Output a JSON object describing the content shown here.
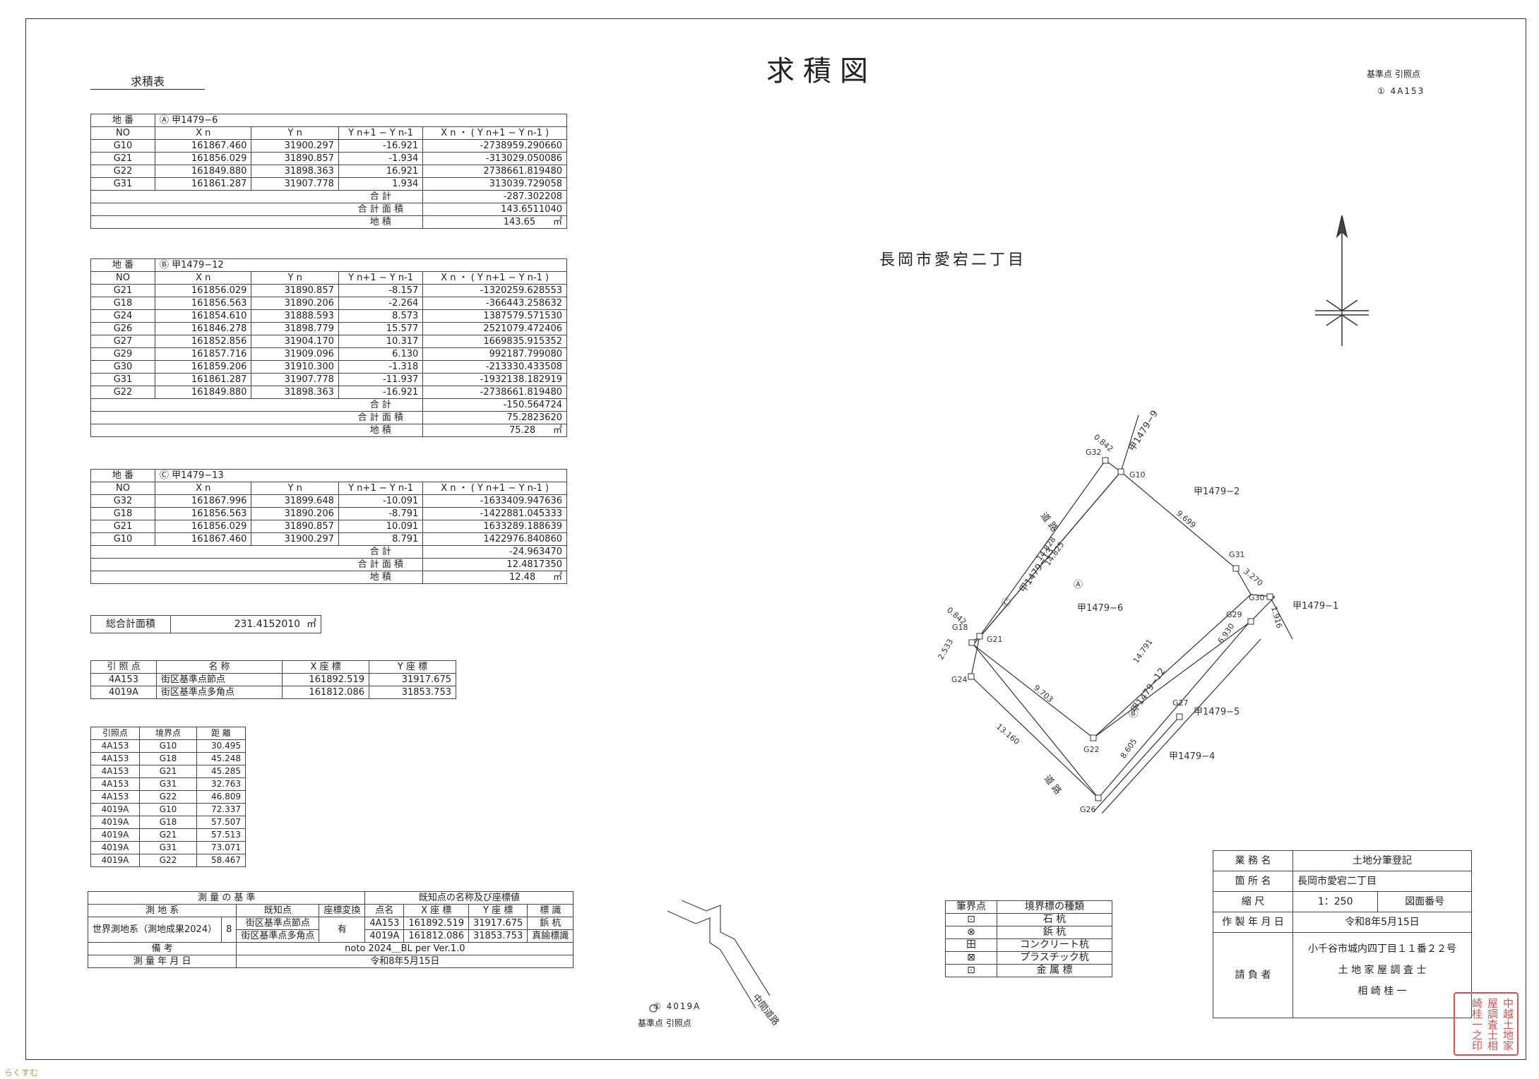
{
  "title": "求積図",
  "kyusekihyo_label": "求積表",
  "ref_header_top": {
    "label": "基準点 引照点",
    "point": "① 4A153"
  },
  "ref_bottom": {
    "point": "① 4019A",
    "label": "基準点 引照点"
  },
  "location_title": "長岡市愛宕二丁目",
  "col_headers": {
    "no": "NO",
    "xn": "X n",
    "yn": "Y n",
    "diff": "Y n+1 − Y n-1",
    "prod": "X n ・ ( Y n+1 − Y n-1 )",
    "chiban": "地 番"
  },
  "parcel_a": {
    "chiban": "Ⓐ 甲1479−6",
    "rows": [
      [
        "G10",
        "161867.460",
        "31900.297",
        "-16.921",
        "-2738959.290660"
      ],
      [
        "G21",
        "161856.029",
        "31890.857",
        "-1.934",
        "-313029.050086"
      ],
      [
        "G22",
        "161849.880",
        "31898.363",
        "16.921",
        "2738661.819480"
      ],
      [
        "G31",
        "161861.287",
        "31907.778",
        "1.934",
        "313039.729058"
      ]
    ],
    "total_label": "合 計",
    "total": "-287.302208",
    "area_sum_label": "合 計 面 積",
    "area_sum": "143.6511040",
    "area_label": "地 積",
    "area": "143.65",
    "unit": "㎡"
  },
  "parcel_b": {
    "chiban": "Ⓑ 甲1479−12",
    "rows": [
      [
        "G21",
        "161856.029",
        "31890.857",
        "-8.157",
        "-1320259.628553"
      ],
      [
        "G18",
        "161856.563",
        "31890.206",
        "-2.264",
        "-366443.258632"
      ],
      [
        "G24",
        "161854.610",
        "31888.593",
        "8.573",
        "1387579.571530"
      ],
      [
        "G26",
        "161846.278",
        "31898.779",
        "15.577",
        "2521079.472406"
      ],
      [
        "G27",
        "161852.856",
        "31904.170",
        "10.317",
        "1669835.915352"
      ],
      [
        "G29",
        "161857.716",
        "31909.096",
        "6.130",
        "992187.799080"
      ],
      [
        "G30",
        "161859.206",
        "31910.300",
        "-1.318",
        "-213330.433508"
      ],
      [
        "G31",
        "161861.287",
        "31907.778",
        "-11.937",
        "-1932138.182919"
      ],
      [
        "G22",
        "161849.880",
        "31898.363",
        "-16.921",
        "-2738661.819480"
      ]
    ],
    "total_label": "合 計",
    "total": "-150.564724",
    "area_sum_label": "合 計 面 積",
    "area_sum": "75.2823620",
    "area_label": "地 積",
    "area": "75.28",
    "unit": "㎡"
  },
  "parcel_c": {
    "chiban": "Ⓒ 甲1479−13",
    "rows": [
      [
        "G32",
        "161867.996",
        "31899.648",
        "-10.091",
        "-1633409.947636"
      ],
      [
        "G18",
        "161856.563",
        "31890.206",
        "-8.791",
        "-1422881.045333"
      ],
      [
        "G21",
        "161856.029",
        "31890.857",
        "10.091",
        "1633289.188639"
      ],
      [
        "G10",
        "161867.460",
        "31900.297",
        "8.791",
        "1422976.840860"
      ]
    ],
    "total_label": "合 計",
    "total": "-24.963470",
    "area_sum_label": "合 計 面 積",
    "area_sum": "12.4817350",
    "area_label": "地 積",
    "area": "12.48",
    "unit": "㎡"
  },
  "total_area": {
    "label": "総合計面積",
    "value": "231.4152010",
    "unit": "㎡"
  },
  "ref_points": {
    "headers": [
      "引 照 点",
      "名 称",
      "X 座 標",
      "Y 座 標"
    ],
    "rows": [
      [
        "4A153",
        "街区基準点節点",
        "161892.519",
        "31917.675"
      ],
      [
        "4019A",
        "街区基準点多角点",
        "161812.086",
        "31853.753"
      ]
    ]
  },
  "distances": {
    "headers": [
      "引照点",
      "境界点",
      "距 離"
    ],
    "rows": [
      [
        "4A153",
        "G10",
        "30.495"
      ],
      [
        "4A153",
        "G18",
        "45.248"
      ],
      [
        "4A153",
        "G21",
        "45.285"
      ],
      [
        "4A153",
        "G31",
        "32.763"
      ],
      [
        "4A153",
        "G22",
        "46.809"
      ],
      [
        "4019A",
        "G10",
        "72.337"
      ],
      [
        "4019A",
        "G18",
        "57.507"
      ],
      [
        "4019A",
        "G21",
        "57.513"
      ],
      [
        "4019A",
        "G31",
        "73.071"
      ],
      [
        "4019A",
        "G22",
        "58.467"
      ]
    ]
  },
  "survey_basis": {
    "h1": "測 量 の 基 準",
    "h2": "既知点の名称及び座標値",
    "sub": [
      "測 地 系",
      "既知点",
      "座標変換",
      "点名",
      "X 座 標",
      "Y 座 標",
      "標 識"
    ],
    "system": "世界測地系（測地成果2024）",
    "zone": "8",
    "points": [
      "街区基準点節点",
      "街区基準点多角点"
    ],
    "transform": "有",
    "known": [
      [
        "4A153",
        "161892.519",
        "31917.675",
        "鋲 杭"
      ],
      [
        "4019A",
        "161812.086",
        "31853.753",
        "真鍮標識"
      ]
    ],
    "remark_label": "備 考",
    "remark": "noto 2024＿BL per Ver.1.0",
    "date_label": "測 量 年 月 日",
    "date": "令和8年5月15日"
  },
  "legend": {
    "headers": [
      "筆界点",
      "境界標の種類"
    ],
    "rows": [
      [
        "⊡",
        "石 杭"
      ],
      [
        "⊗",
        "鋲 杭"
      ],
      [
        "田",
        "コンクリート杭"
      ],
      [
        "⊠",
        "プラスチック杭"
      ],
      [
        "⊡",
        "金 属 標"
      ]
    ]
  },
  "info": {
    "rows": [
      [
        "業 務 名",
        "土地分筆登記"
      ],
      [
        "箇 所 名",
        "長岡市愛宕二丁目"
      ],
      [
        "縮 尺",
        "1：250"
      ],
      [
        "作 製 年 月 日",
        "令和8年5月15日"
      ]
    ],
    "map_no_label": "図面番号",
    "contractor_label": "請 負 者",
    "address": "小千谷市城内四丁目１１番２２号",
    "profession": "土 地 家 屋 調 査 士",
    "name": "相 崎 桂 一",
    "seal": "中越土地家屋調査士相崎桂一之印"
  },
  "map": {
    "labels": {
      "kou_1479_9": "甲1479−9",
      "kou_1479_2": "甲1479−2",
      "kou_1479_1": "甲1479−1",
      "kou_1479_5": "甲1479−5",
      "kou_1479_4": "甲1479−4",
      "kou_1479_6": "甲1479−6",
      "kou_1479_12": "甲1479−12",
      "kou_1479_13": "甲1479−13",
      "road1": "道 路",
      "road2": "道 路",
      "road3": "中間道路",
      "a": "Ⓐ",
      "b": "Ⓑ",
      "c": "Ⓒ"
    },
    "points": [
      "G32",
      "G10",
      "G31",
      "G30",
      "G29",
      "G27",
      "G22",
      "G26",
      "G24",
      "G18",
      "G21"
    ],
    "dims": [
      "0.842",
      "9.699",
      "3.270",
      "1.916",
      "6.930",
      "14.791",
      "8.605",
      "13.160",
      "9.703",
      "2.533",
      "0.842",
      "14.828",
      "14.825"
    ]
  },
  "footer_logo": "らくすむ"
}
